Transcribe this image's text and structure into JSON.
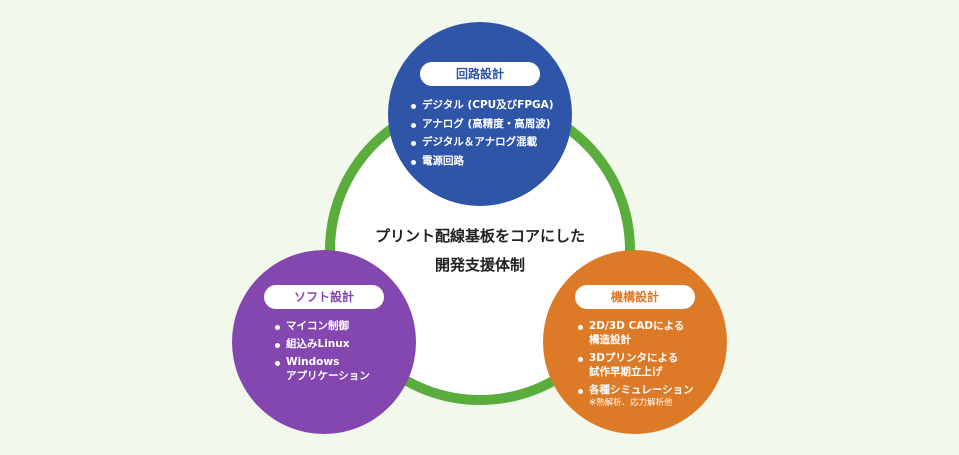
{
  "center": {
    "line1": "プリント配線基板をコアにした",
    "line2": "開発支援体制"
  },
  "colors": {
    "ring": "#5aac3c",
    "circuit": "#2f55a8",
    "software": "#8447b0",
    "mechanical": "#dd7a27",
    "background": "#f2f8ec"
  },
  "circuit": {
    "title": "回路設計",
    "items": [
      "デジタル (CPU及びFPGA)",
      "アナログ (高精度・高周波)",
      "デジタル＆アナログ混載",
      "電源回路"
    ]
  },
  "software": {
    "title": "ソフト設計",
    "items": [
      {
        "line1": "マイコン制御"
      },
      {
        "line1": "組込みLinux"
      },
      {
        "line1": "Windows",
        "line2": "アプリケーション"
      }
    ]
  },
  "mechanical": {
    "title": "機構設計",
    "items": [
      {
        "line1": "2D/3D CADによる",
        "line2": "構造設計"
      },
      {
        "line1": "3Dプリンタによる",
        "line2": "試作早期立上げ"
      },
      {
        "line1": "各種シミュレーション",
        "note": "※熱解析、応力解析他"
      }
    ]
  }
}
